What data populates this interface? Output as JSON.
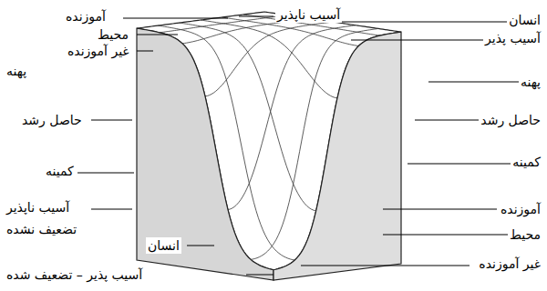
{
  "diagram": {
    "labels": [
      "آموزنده",
      "آسیب ناپذیر",
      "محیط",
      "انسان",
      "غیر آموزنده",
      "آسیب پذیر",
      "پهنه",
      "پهنه",
      "حاصل رشد",
      "حاصل رشد",
      "کمینه",
      "کمینه",
      "آسیب ناپذیر",
      "آموزنده",
      "تضعیف نشده",
      "انسان",
      "محیط",
      "غیر آموزنده",
      "آسیب پذیر – تضعیف شده"
    ]
  }
}
